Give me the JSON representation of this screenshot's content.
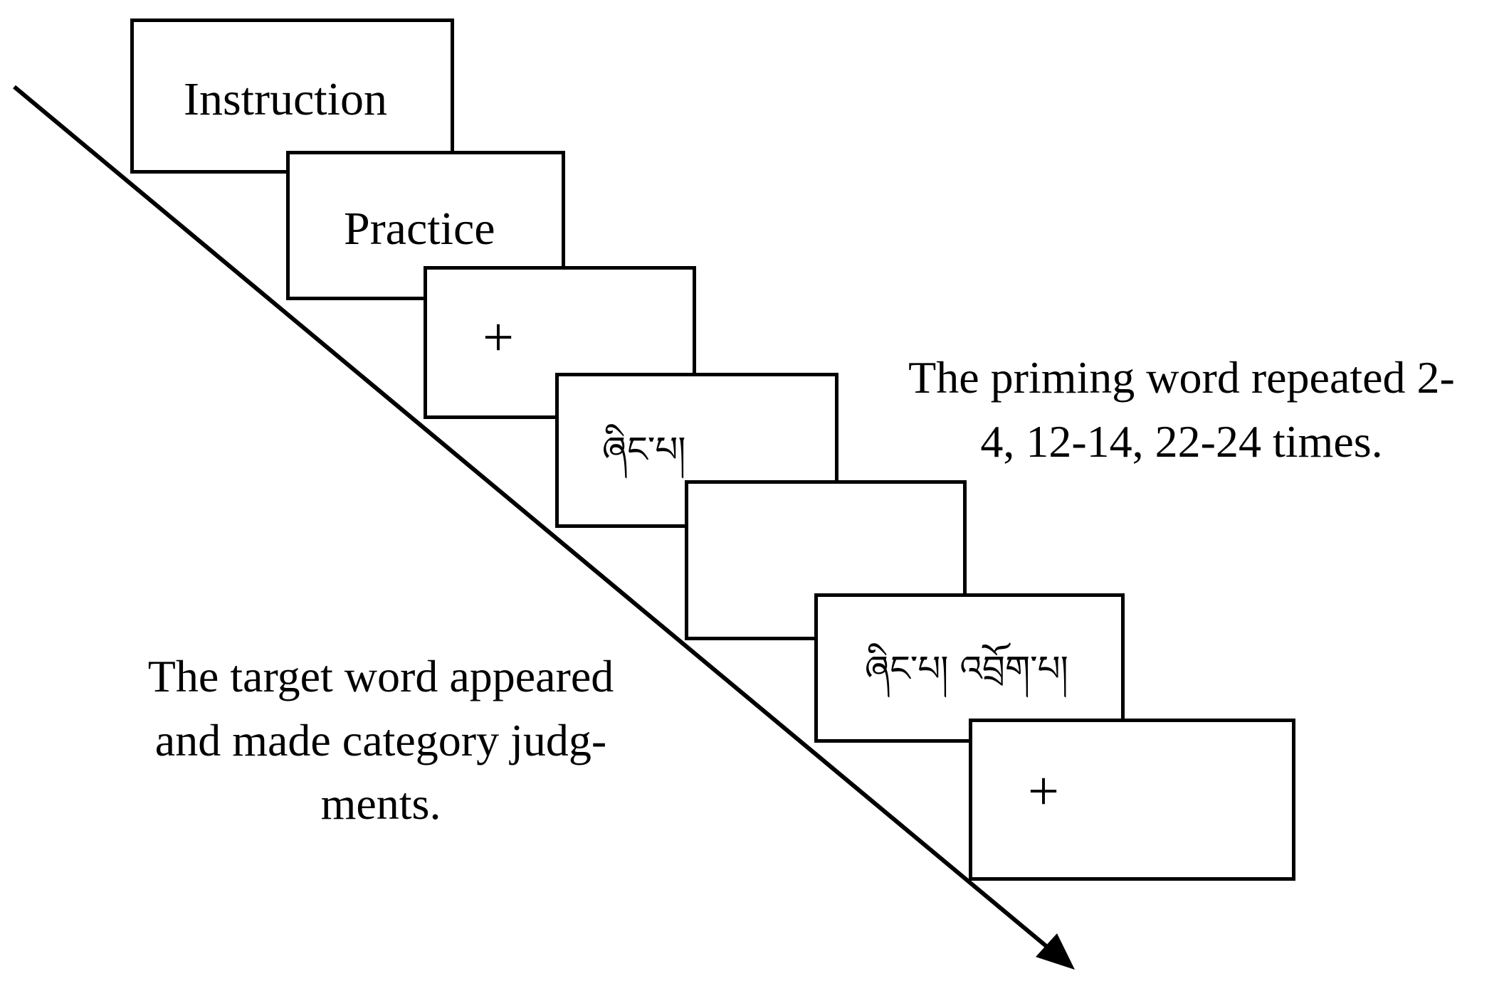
{
  "frames": [
    {
      "id": "instruction",
      "label": "Instruction",
      "kind": "text"
    },
    {
      "id": "practice",
      "label": "Practice",
      "kind": "text"
    },
    {
      "id": "fixation-1",
      "label": "+",
      "kind": "symbol"
    },
    {
      "id": "priming-word",
      "label": "ཞིང་པ།",
      "kind": "tibetan"
    },
    {
      "id": "blank",
      "label": "",
      "kind": "blank"
    },
    {
      "id": "target-word",
      "label": "ཞིང་པ། འབྲོག་པ།",
      "kind": "tibetan"
    },
    {
      "id": "fixation-2",
      "label": "+",
      "kind": "symbol"
    }
  ],
  "captions": {
    "priming": {
      "lines": [
        "The priming word repeated 2-",
        "4, 12-14, 22-24 times."
      ]
    },
    "target": {
      "lines": [
        "The target word appeared",
        "and made category judg-",
        "ments."
      ]
    }
  },
  "colors": {
    "stroke": "#000000",
    "background": "#ffffff"
  }
}
